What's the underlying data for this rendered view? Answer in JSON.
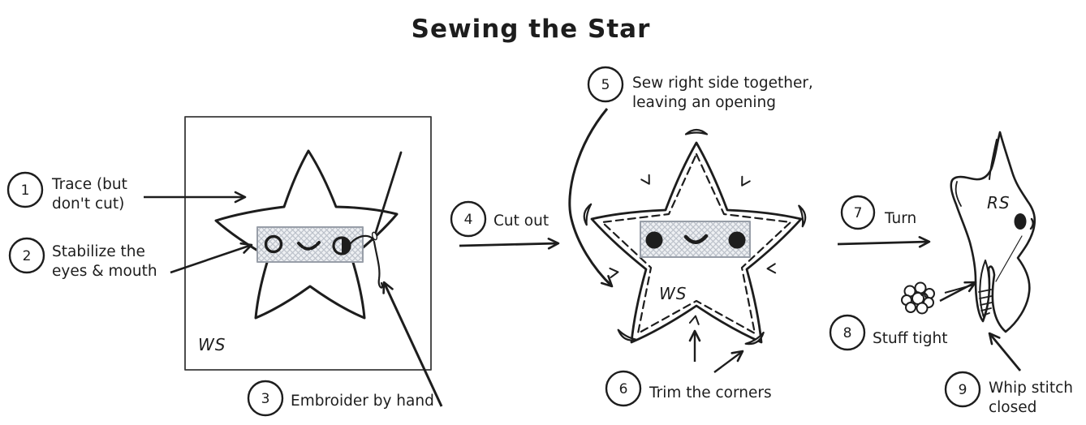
{
  "title": "Sewing the Star",
  "steps": [
    {
      "num": "1",
      "line1": "Trace (but",
      "line2": "don't cut)"
    },
    {
      "num": "2",
      "line1": "Stabilize the",
      "line2": "eyes & mouth"
    },
    {
      "num": "3",
      "line1": "Embroider by hand",
      "line2": ""
    },
    {
      "num": "4",
      "line1": "Cut out",
      "line2": ""
    },
    {
      "num": "5",
      "line1": "Sew right side together,",
      "line2": "leaving an opening"
    },
    {
      "num": "6",
      "line1": "Trim the corners",
      "line2": ""
    },
    {
      "num": "7",
      "line1": "Turn",
      "line2": ""
    },
    {
      "num": "8",
      "line1": "Stuff tight",
      "line2": ""
    },
    {
      "num": "9",
      "line1": "Whip stitch",
      "line2": "closed"
    }
  ],
  "labels": {
    "traced_fabric_side": "WS",
    "cutout_fabric_side": "WS",
    "turned_fabric_side": "RS"
  },
  "colors": {
    "ink": "#1d1d1d",
    "square_outline": "#3a3a3a",
    "stabilizer_fill": "#eef0f3",
    "stabilizer_hatch": "#bcc1ca",
    "stabilizer_border": "#989ea8"
  }
}
